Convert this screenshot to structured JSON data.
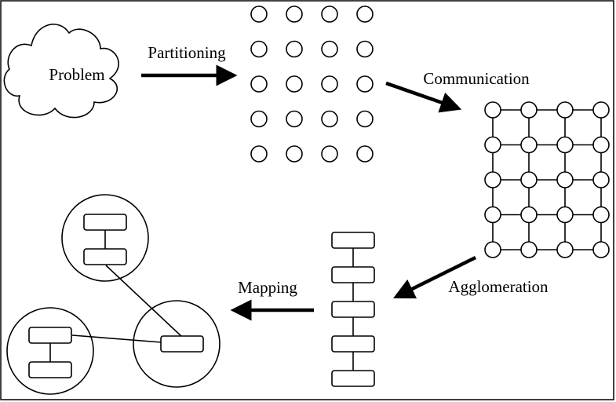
{
  "diagram": {
    "problem_label": "Problem",
    "steps": [
      {
        "id": "partitioning",
        "label": "Partitioning"
      },
      {
        "id": "communication",
        "label": "Communication"
      },
      {
        "id": "agglomeration",
        "label": "Agglomeration"
      },
      {
        "id": "mapping",
        "label": "Mapping"
      }
    ],
    "partition_grid": {
      "rows": 5,
      "cols": 4
    },
    "communication_grid": {
      "rows": 5,
      "cols": 4
    },
    "agglomeration_tasks": 5,
    "processors": 3
  }
}
